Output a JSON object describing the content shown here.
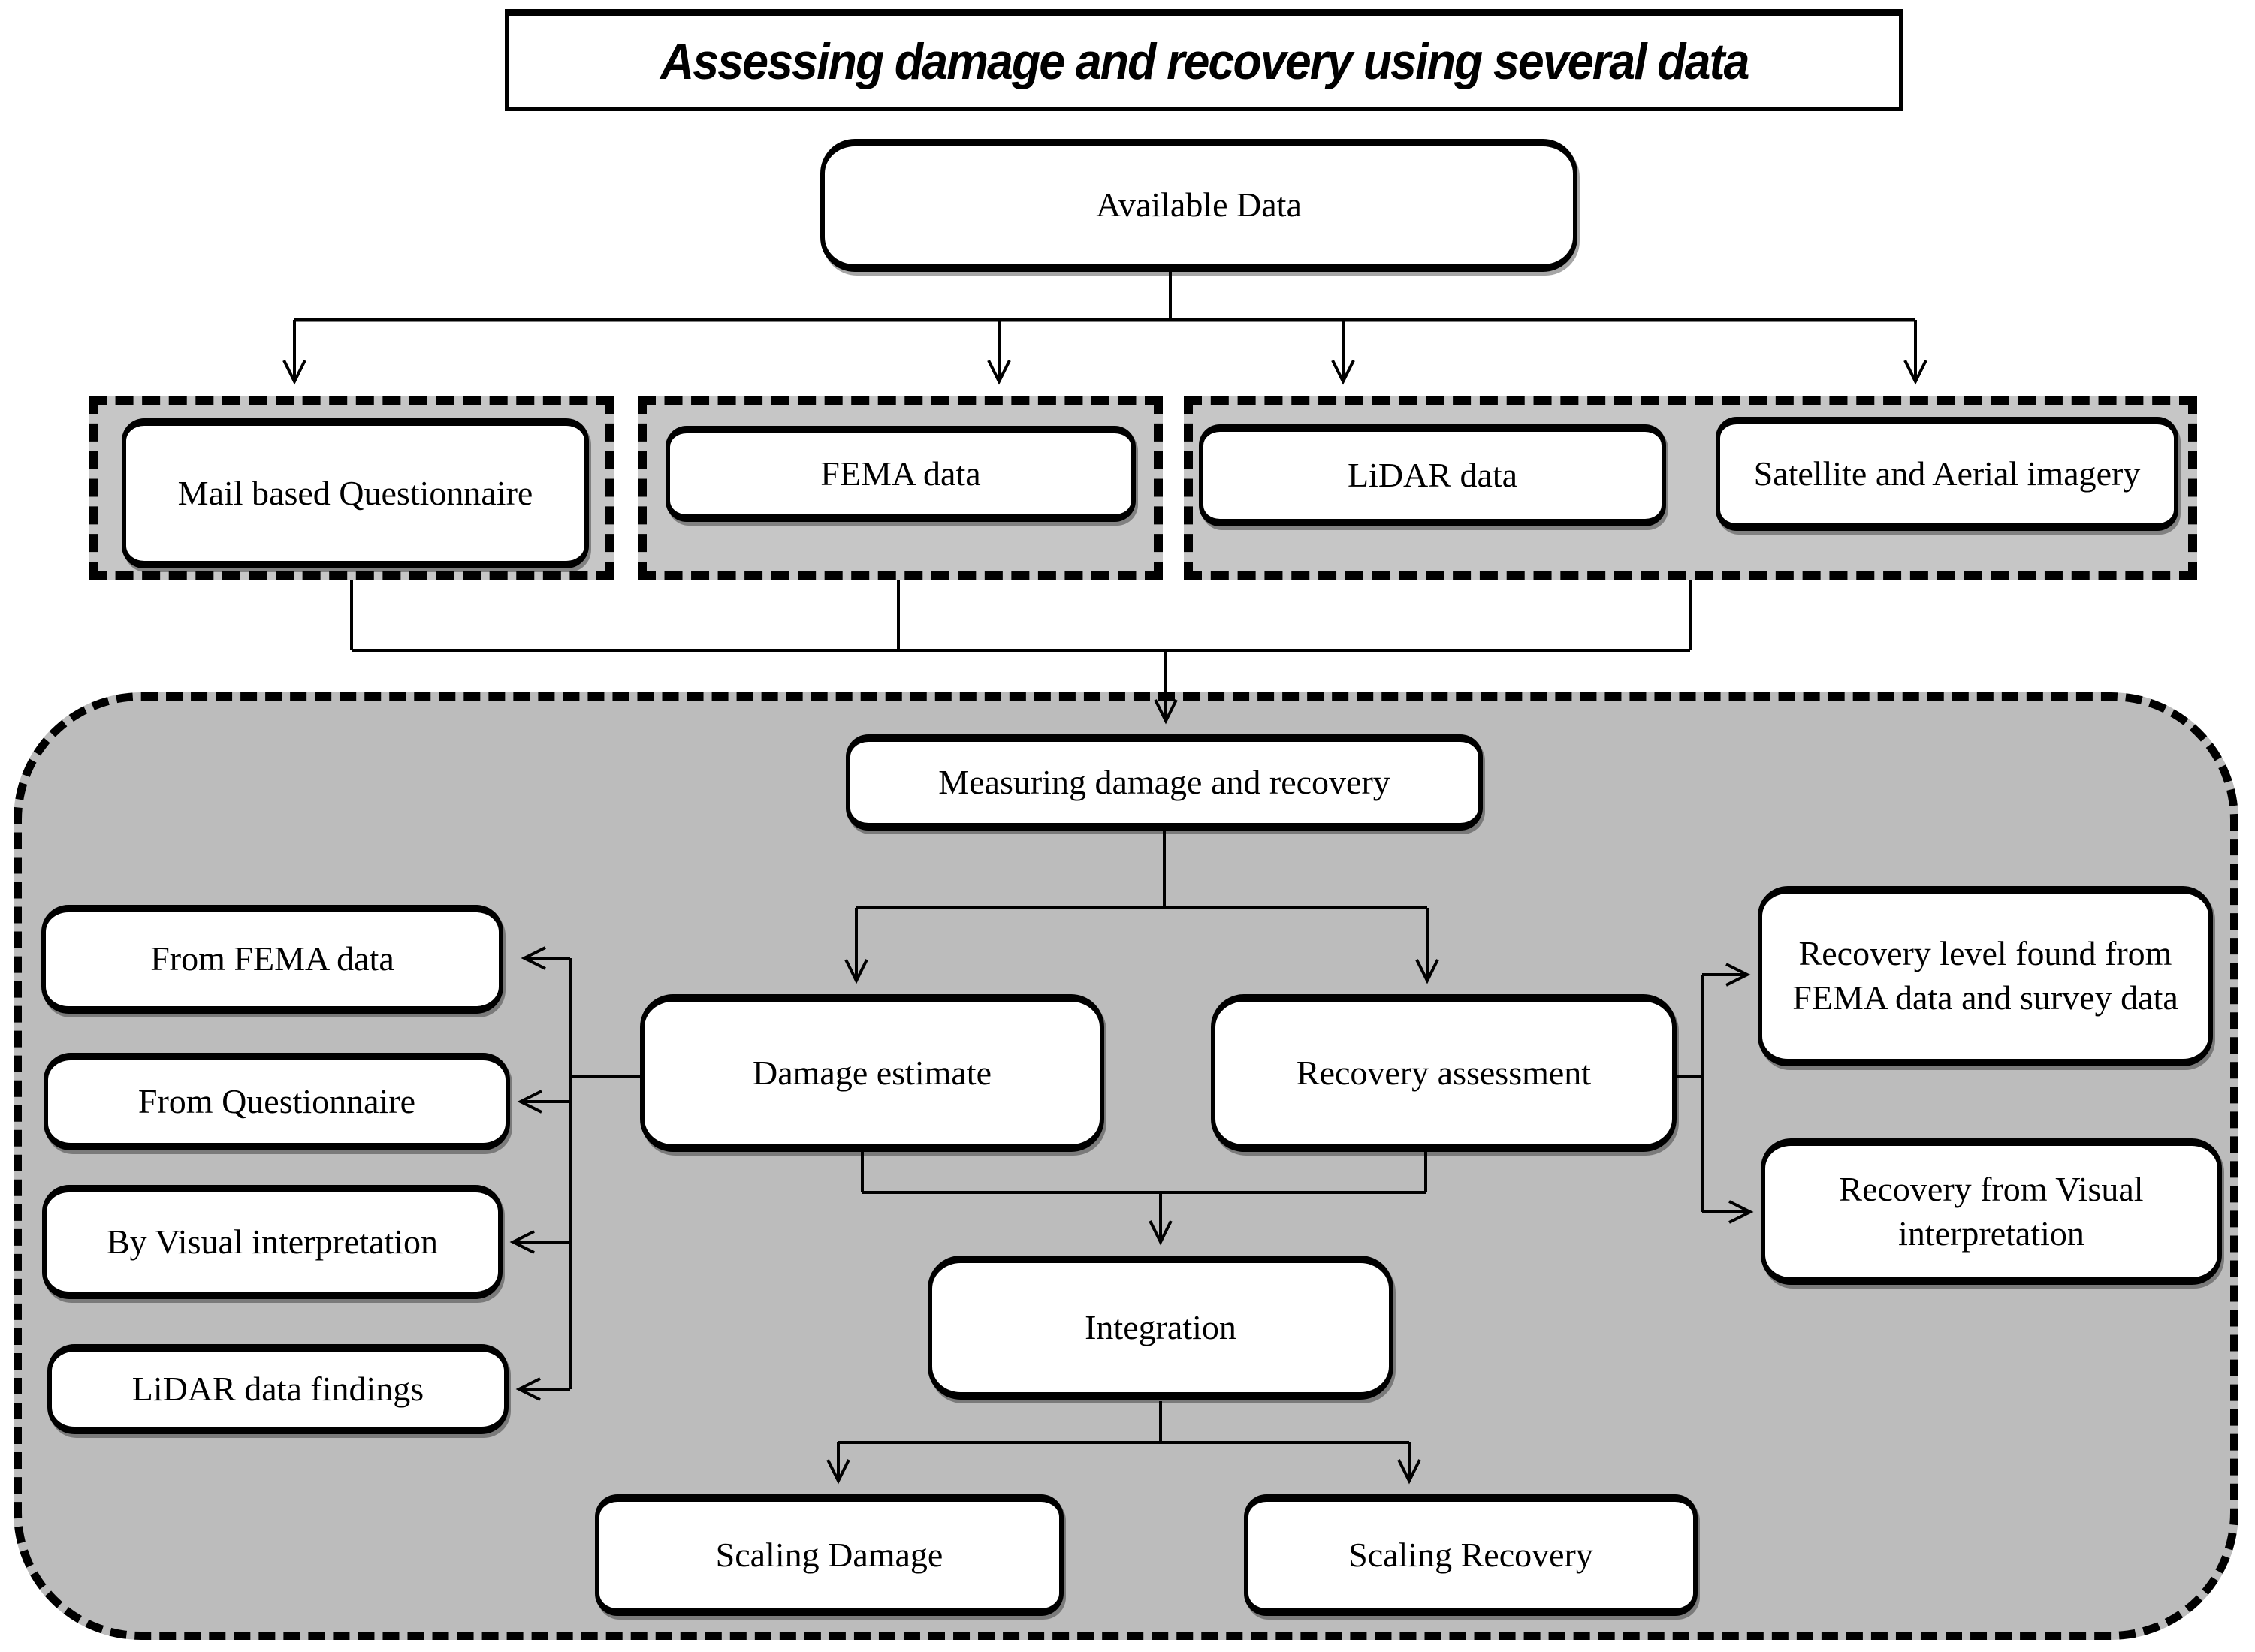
{
  "title": "Assessing damage and recovery using several data",
  "nodes": {
    "available_data": "Available Data",
    "mail_questionnaire": "Mail based Questionnaire",
    "fema_data": "FEMA data",
    "lidar_data": "LiDAR data",
    "satellite_aerial": "Satellite and Aerial imagery",
    "measuring": "Measuring damage and recovery",
    "damage_estimate": "Damage estimate",
    "recovery_assessment": "Recovery assessment",
    "from_fema": "From FEMA data",
    "from_questionnaire": "From Questionnaire",
    "by_visual": "By Visual interpretation",
    "lidar_findings": "LiDAR data findings",
    "recovery_level": "Recovery level found from FEMA data and survey data",
    "recovery_visual": "Recovery from Visual interpretation",
    "integration": "Integration",
    "scaling_damage": "Scaling Damage",
    "scaling_recovery": "Scaling Recovery"
  },
  "colors": {
    "outer_group_fill": "#c6c6c6",
    "inner_group_fill": "#bcbcbc",
    "line": "#000000",
    "box_fill": "#ffffff"
  }
}
